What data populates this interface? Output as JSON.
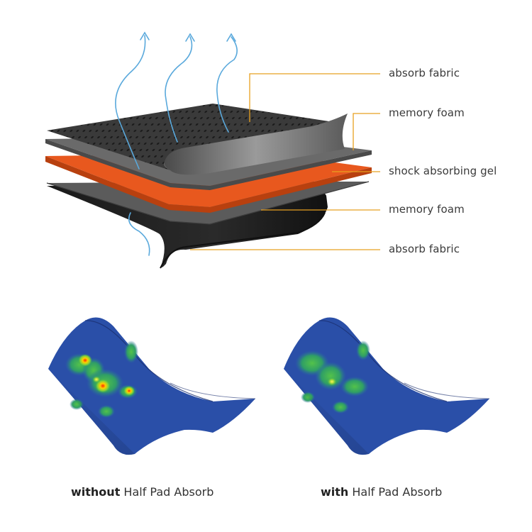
{
  "labels": {
    "layer1": "absorb fabric",
    "layer2": "memory foam",
    "layer3": "shock absorbing gel",
    "layer4": "memory foam",
    "layer5": "absorb fabric"
  },
  "captions": {
    "left_bold": "without",
    "left_rest": " Half Pad Absorb",
    "right_bold": "with",
    "right_rest": " Half Pad Absorb"
  },
  "colors": {
    "fabric": "#2e2e2e",
    "foam": "#5d5d5d",
    "gel": "#e8581e",
    "leader": "#e8a020",
    "airflow": "#5aa9dc",
    "pressure_base": "#2a4fa8"
  }
}
